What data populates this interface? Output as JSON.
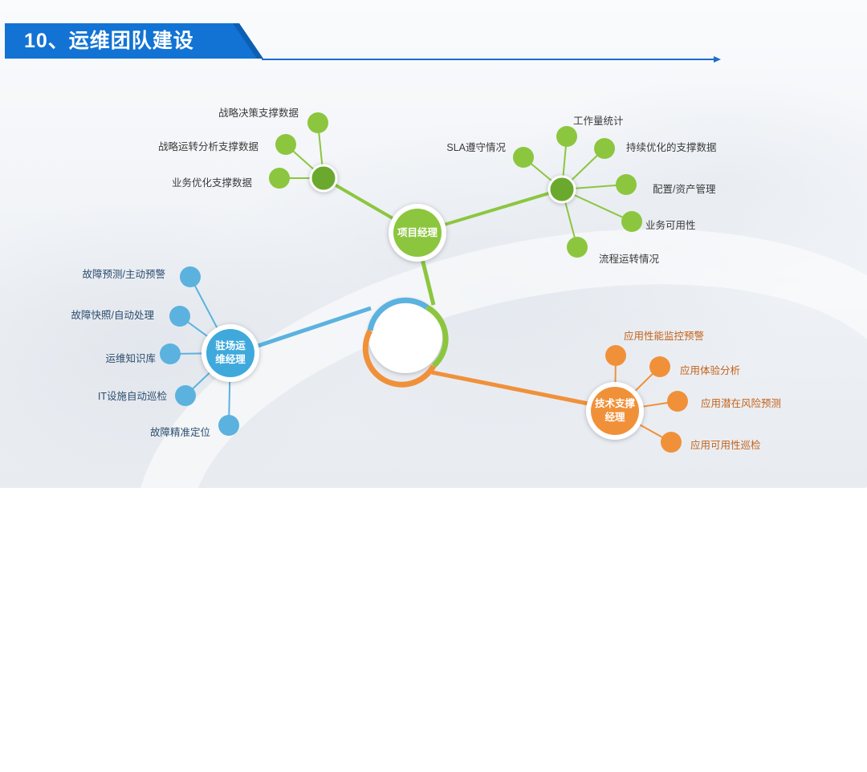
{
  "header": {
    "title": "10、运维团队建设"
  },
  "colors": {
    "accent_blue": "#1273d4",
    "green": "#8cc63f",
    "dark_green": "#6aa92d",
    "blue": "#3fa9dc",
    "orange": "#f0913a"
  },
  "project_manager": {
    "label": "项目经理",
    "left_items": [
      "战略决策支撑数据",
      "战略运转分析支撑数据",
      "业务优化支撑数据"
    ],
    "right_items": [
      "SLA遵守情况",
      "工作量统计",
      "持续优化的支撑数据",
      "配置/资产管理",
      "业务可用性",
      "流程运转情况"
    ]
  },
  "onsite_manager": {
    "label": "驻场运\n维经理",
    "items": [
      "故障预测/主动预警",
      "故障快照/自动处理",
      "运维知识库",
      "IT设施自动巡检",
      "故障精准定位"
    ]
  },
  "tech_manager": {
    "label": "技术支撑\n经理",
    "items": [
      "应用性能监控预警",
      "应用体验分析",
      "应用潜在风险预测",
      "应用可用性巡检"
    ]
  }
}
